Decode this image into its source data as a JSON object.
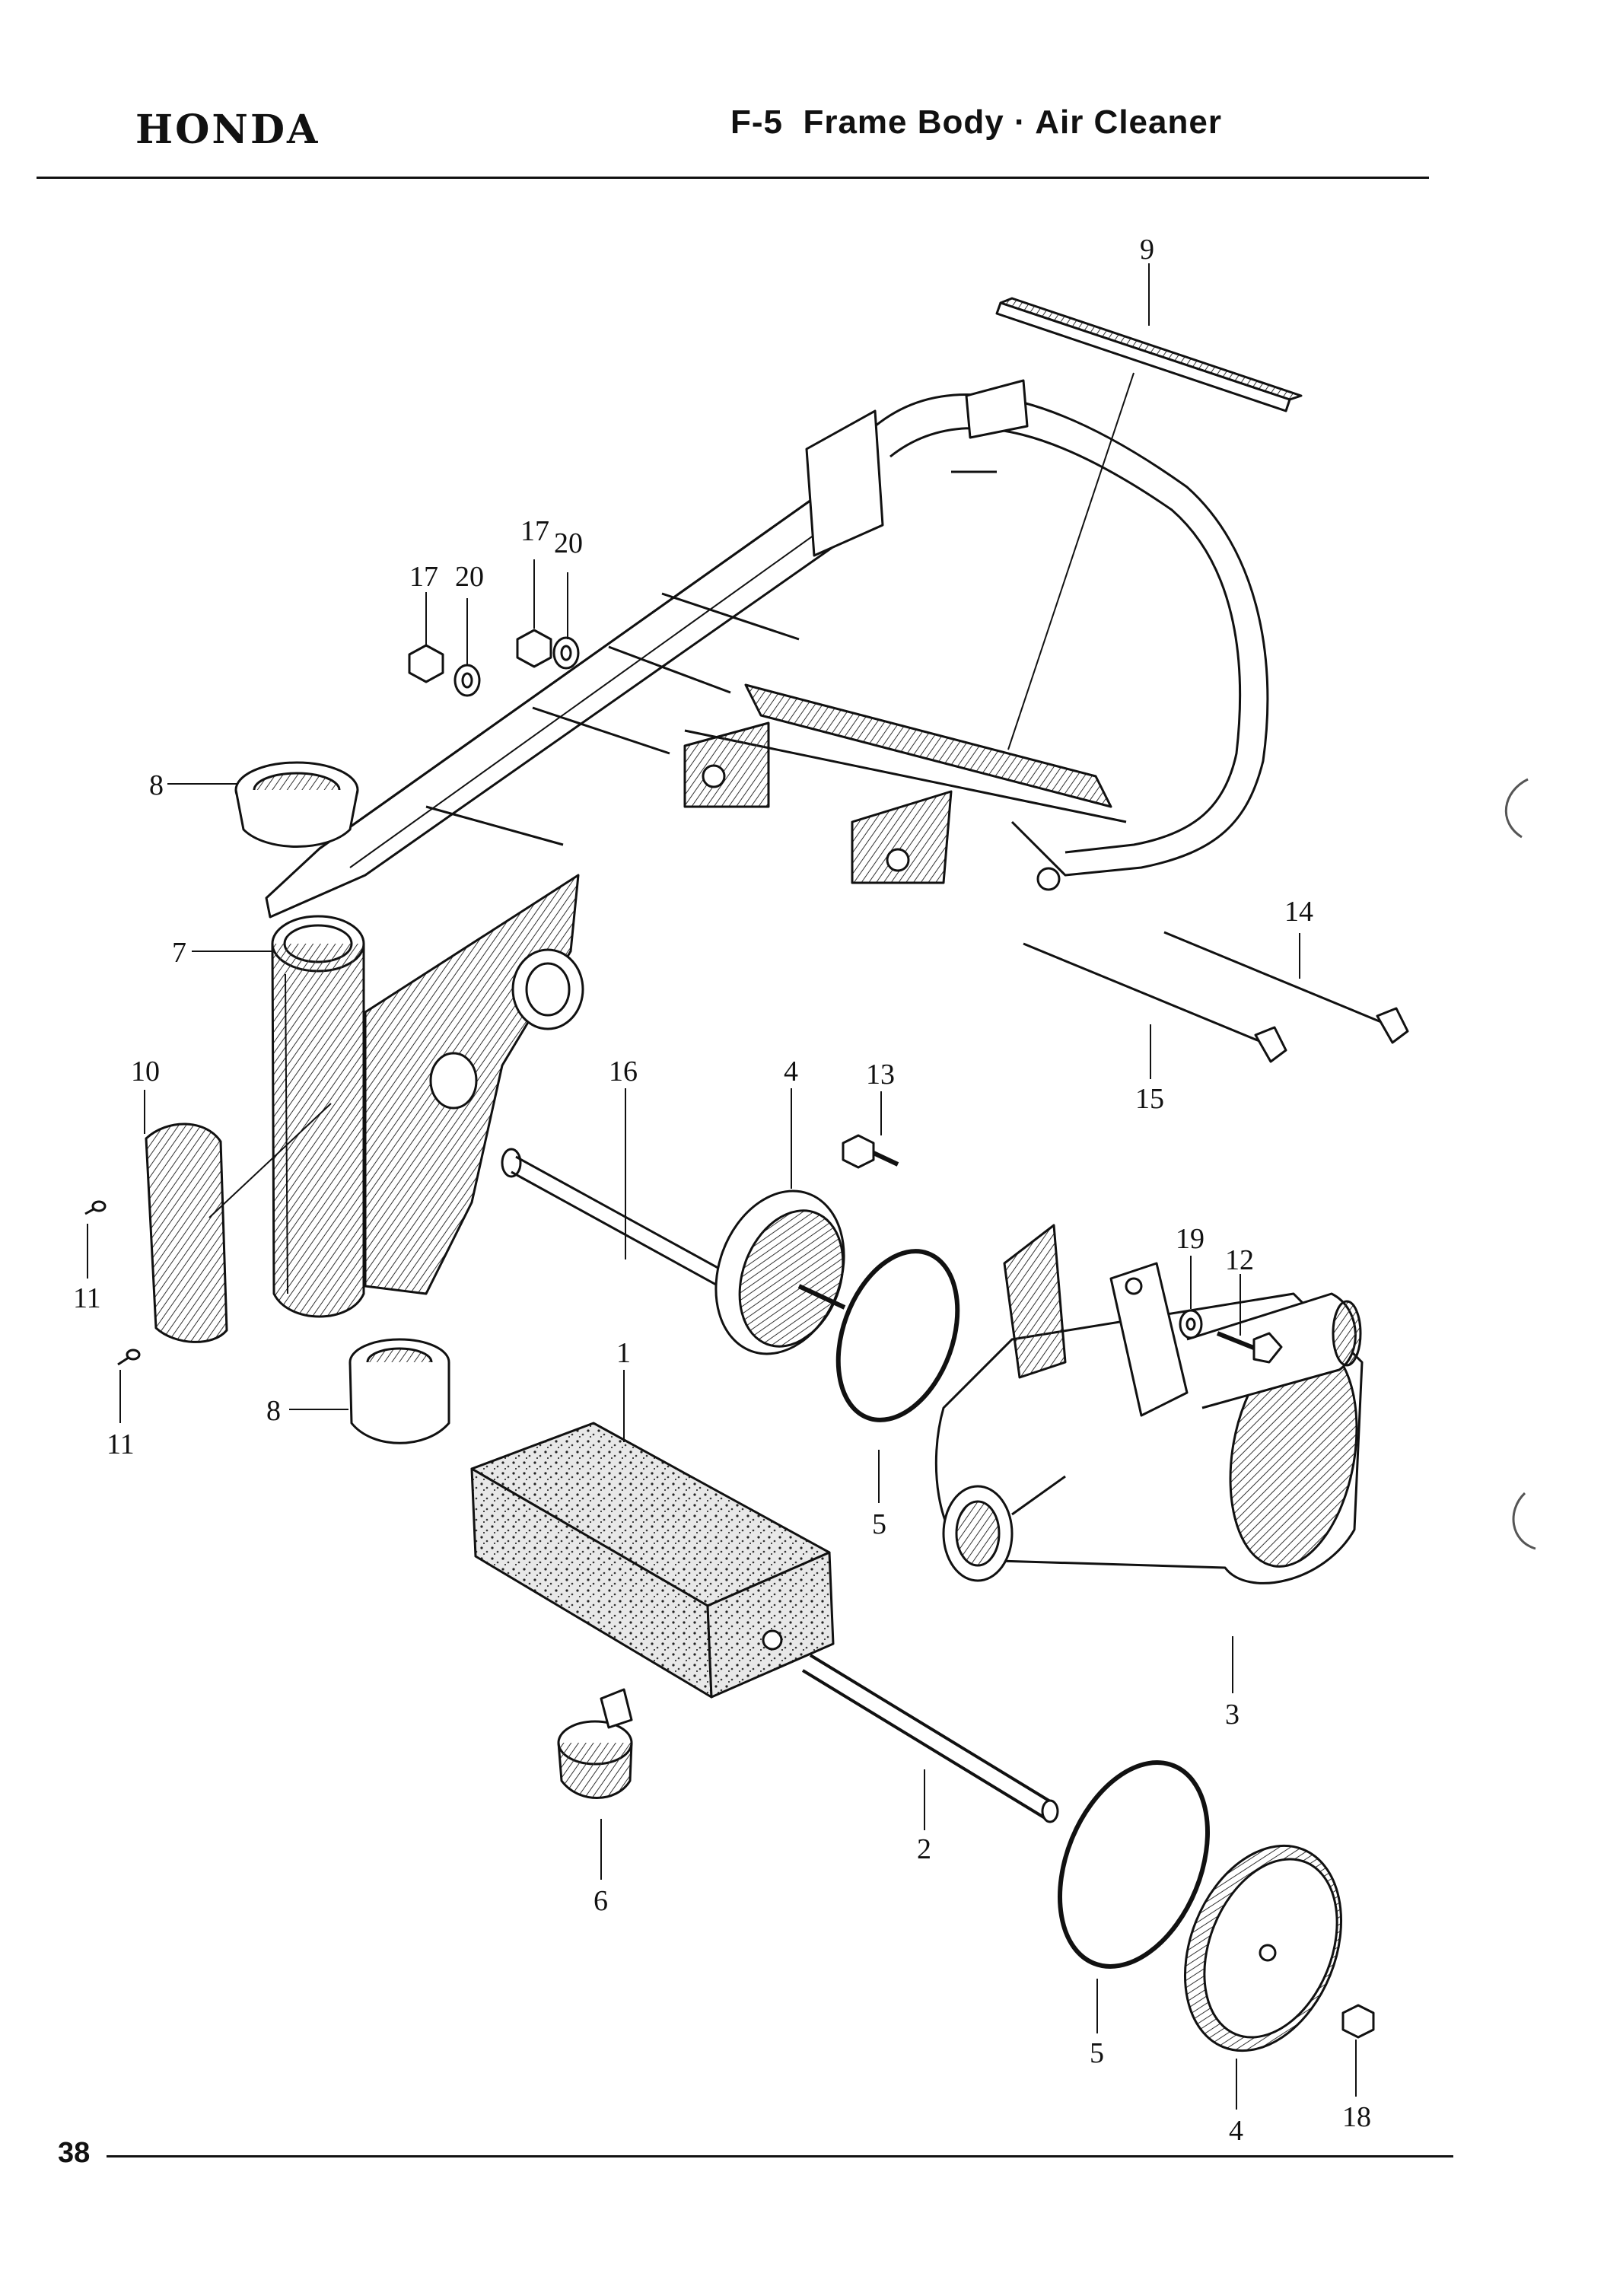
{
  "header": {
    "brand": "HONDA",
    "title": "F-5  Frame Body · Air Cleaner"
  },
  "footer": {
    "page_number": "38"
  },
  "callouts": {
    "c9": "9",
    "c17a": "17",
    "c20a": "20",
    "c17b": "17",
    "c20b": "20",
    "c8a": "8",
    "c7": "7",
    "c10": "10",
    "c11a": "11",
    "c11b": "11",
    "c8b": "8",
    "c14": "14",
    "c15": "15",
    "c16": "16",
    "c4a": "4",
    "c13": "13",
    "c19": "19",
    "c12": "12",
    "c1": "1",
    "c5a": "5",
    "c3": "3",
    "c6": "6",
    "c2": "2",
    "c5b": "5",
    "c4b": "4",
    "c18": "18"
  }
}
